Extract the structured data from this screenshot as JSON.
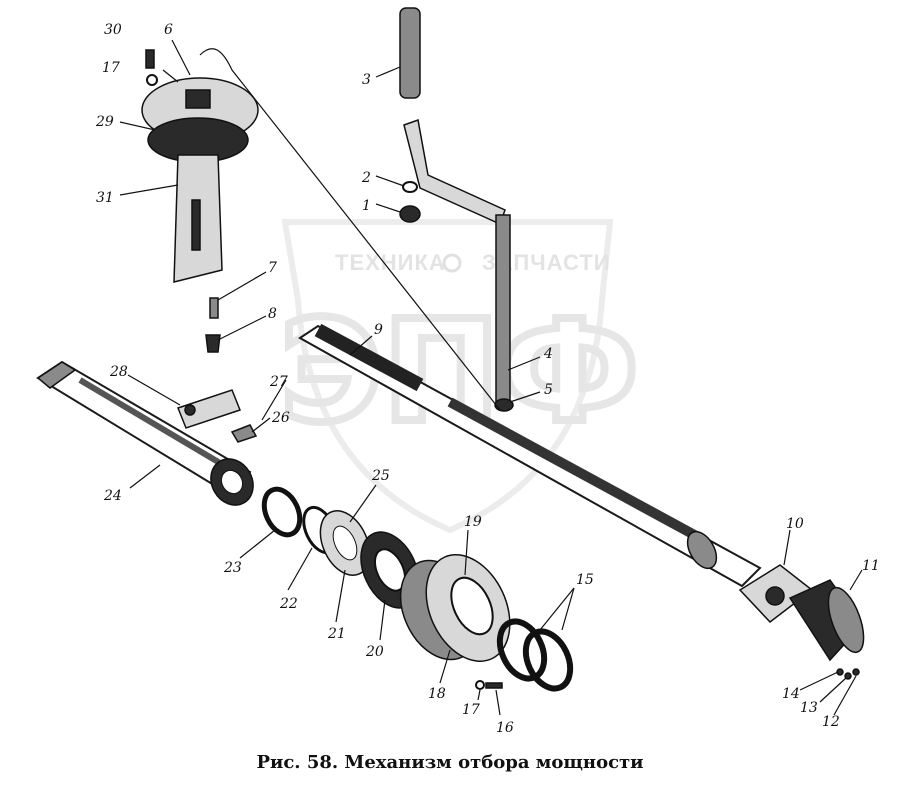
{
  "watermark": {
    "left_word": "ТЕХНИКА",
    "right_word": "ЗАПЧАСТИ",
    "logo_letters": "ЭПФ"
  },
  "callouts": {
    "c1": "1",
    "c2": "2",
    "c3": "3",
    "c4": "4",
    "c5": "5",
    "c6": "6",
    "c7": "7",
    "c8": "8",
    "c9": "9",
    "c10": "10",
    "c11": "11",
    "c12": "12",
    "c13": "13",
    "c14": "14",
    "c15": "15",
    "c16": "16",
    "c17a": "17",
    "c17b": "17",
    "c18": "18",
    "c19": "19",
    "c20": "20",
    "c21": "21",
    "c22": "22",
    "c23": "23",
    "c24": "24",
    "c25": "25",
    "c26": "26",
    "c27": "27",
    "c28": "28",
    "c29": "29",
    "c30": "30",
    "c31": "31"
  },
  "caption": "Рис. 58. Механизм отбора мощности"
}
